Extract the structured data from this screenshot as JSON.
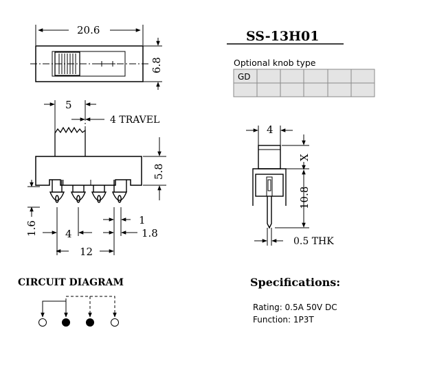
{
  "part_number": "SS-13H01",
  "knob": {
    "title": "Optional knob type",
    "cells": [
      [
        "GD",
        "",
        "",
        "",
        "",
        ""
      ],
      [
        "",
        "",
        "",
        "",
        "",
        ""
      ]
    ]
  },
  "top_view": {
    "width": "20.6",
    "height": "6.8"
  },
  "front_view": {
    "pitch": "5",
    "travel": "4 TRAVEL",
    "height": "5.8",
    "pin_width": "1.6",
    "spacing": "4",
    "pin_gap": "1",
    "pin_offset": "1.8",
    "total": "12"
  },
  "side_view": {
    "knob_width": "4",
    "knob_height": "X",
    "body_height": "10.8",
    "thickness": "0.5 THK"
  },
  "circuit": {
    "title": "CIRCUIT DIAGRAM"
  },
  "specs": {
    "title": "Specifications:",
    "rating": "Rating: 0.5A 50V DC",
    "function": "Function: 1P3T"
  }
}
